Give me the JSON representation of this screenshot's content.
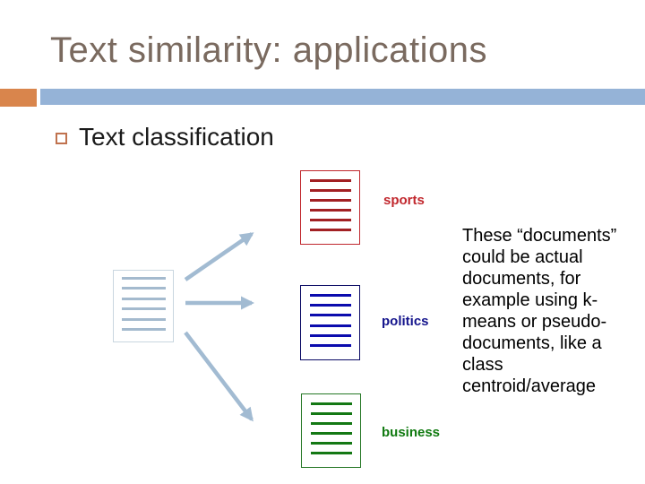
{
  "slide": {
    "title": "Text similarity: applications",
    "bullet": "Text classification",
    "note": "These “documents”\ncould be actual\ndocuments, for\nexample using k-\nmeans or pseudo-\ndocuments, like a\nclass\ncentroid/average"
  },
  "diagram": {
    "source": {
      "icon": "document-icon"
    },
    "targets": [
      {
        "label": "sports",
        "color": "#C1272D"
      },
      {
        "label": "politics",
        "color": "#14148C"
      },
      {
        "label": "business",
        "color": "#107A10"
      }
    ],
    "arrow_color": "#A2BBD2"
  },
  "colors": {
    "title_text": "#7A6A5F",
    "bar_accent_orange": "#D9854C",
    "bar_blue": "#95B3D7",
    "bullet_square_orange": "#C0724E",
    "source_doc_blue": "#A4BACE",
    "body_text": "#000000"
  }
}
